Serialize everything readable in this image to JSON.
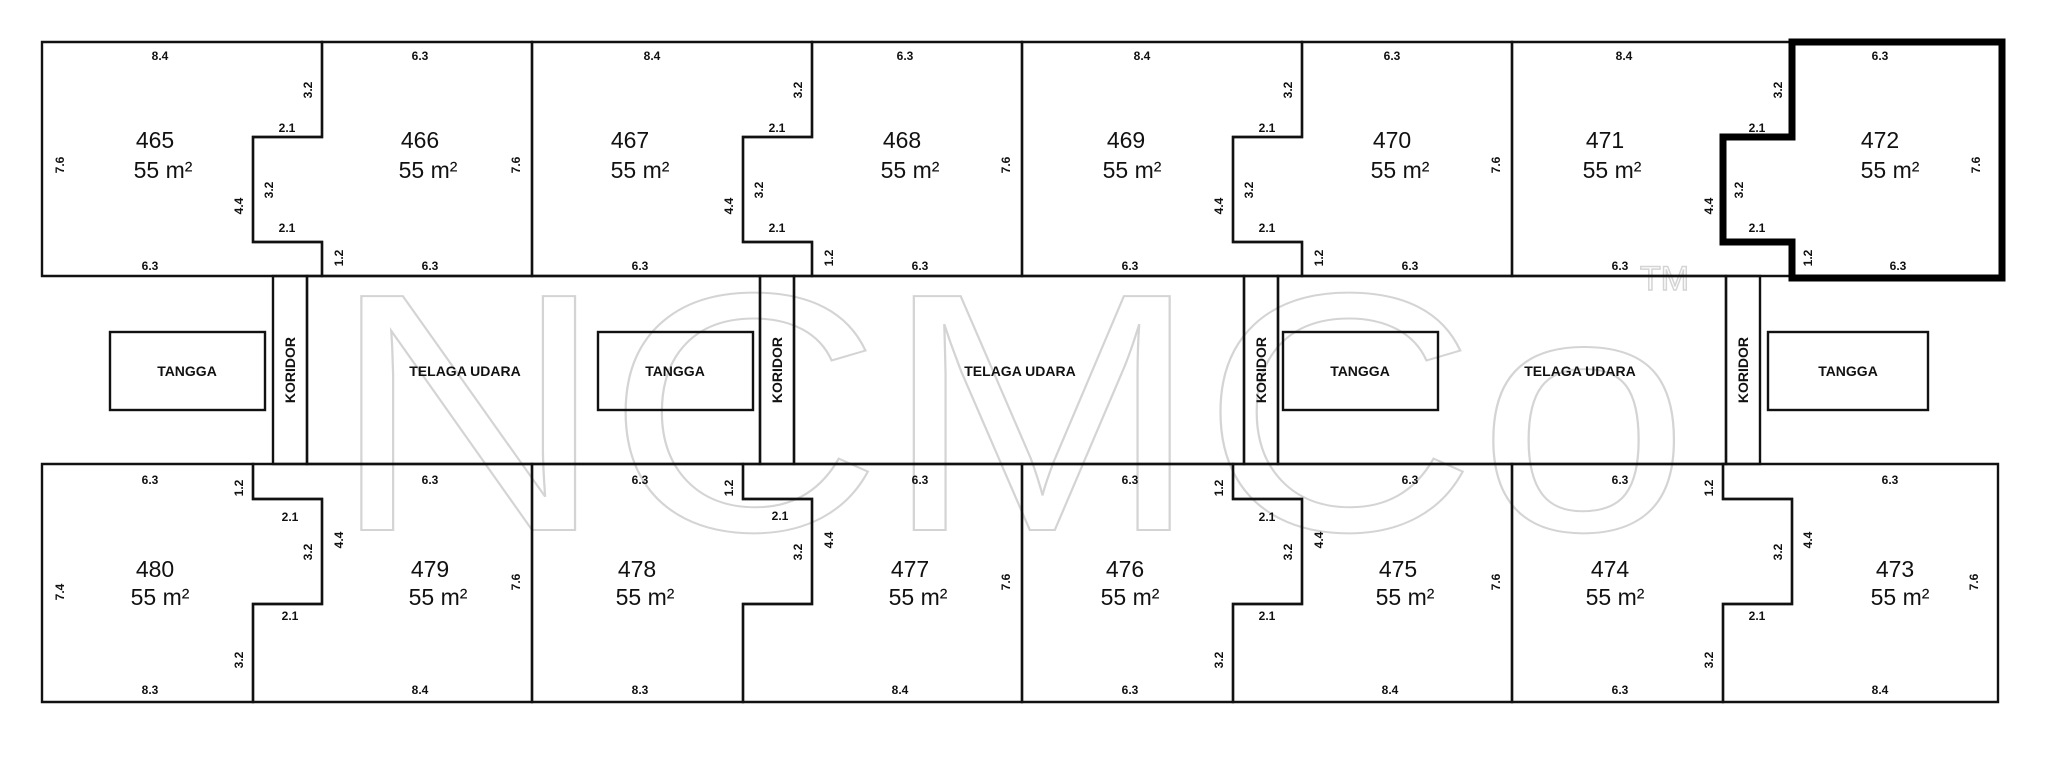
{
  "colors": {
    "line": "#111111",
    "highlight": "#000000",
    "watermark": "#d4d4d4",
    "background": "#ffffff"
  },
  "watermark": {
    "text": "NCMCo",
    "tm": "TM"
  },
  "common_labels": {
    "terrace": "TANGGA",
    "corridor": "KORIDOR",
    "veranda": "TELAGA UDARA"
  },
  "units": [
    {
      "id": "465",
      "area": "55 m²",
      "dims": [
        "8.4",
        "7.6",
        "3.2",
        "2.1",
        "4.4",
        "6.3"
      ]
    },
    {
      "id": "466",
      "area": "55 m²",
      "dims": [
        "6.3",
        "7.6",
        "3.2",
        "2.1",
        "6.3",
        "1.2"
      ]
    },
    {
      "id": "467",
      "area": "55 m²",
      "dims": [
        "8.4",
        "3.2",
        "2.1",
        "4.4",
        "6.3"
      ]
    },
    {
      "id": "468",
      "area": "55 m²",
      "dims": [
        "6.3",
        "7.6",
        "3.2",
        "2.1",
        "1.2",
        "6.3"
      ]
    },
    {
      "id": "469",
      "area": "55 m²",
      "dims": [
        "8.4",
        "3.2",
        "2.1",
        "4.4",
        "6.3"
      ]
    },
    {
      "id": "470",
      "area": "55 m²",
      "dims": [
        "6.3",
        "7.6",
        "3.2",
        "2.1",
        "1.2",
        "6.3"
      ]
    },
    {
      "id": "471",
      "area": "55 m²",
      "dims": [
        "8.4",
        "3.2",
        "2.1",
        "4.4",
        "6.3"
      ]
    },
    {
      "id": "472",
      "area": "55 m²",
      "dims": [
        "6.3",
        "7.6",
        "3.2",
        "2.1",
        "1.2",
        "6.3"
      ]
    },
    {
      "id": "480",
      "area": "55 m²",
      "dims": [
        "6.3",
        "7.4",
        "1.2",
        "2.1",
        "3.2",
        "8.3"
      ]
    },
    {
      "id": "479",
      "area": "55 m²",
      "dims": [
        "6.3",
        "7.6",
        "4.4",
        "3.2",
        "2.1",
        "8.4"
      ]
    },
    {
      "id": "478",
      "area": "55 m²",
      "dims": [
        "6.3",
        "1.2",
        "8.3"
      ]
    },
    {
      "id": "477",
      "area": "55 m²",
      "dims": [
        "6.3",
        "7.6",
        "4.4",
        "2.1",
        "3.2",
        "8.4"
      ]
    },
    {
      "id": "476",
      "area": "55 m²",
      "dims": [
        "6.3",
        "1.2",
        "2.1",
        "3.2",
        "6.3"
      ]
    },
    {
      "id": "475",
      "area": "55 m²",
      "dims": [
        "6.3",
        "4.4",
        "2.1",
        "3.2",
        "8.4"
      ]
    },
    {
      "id": "474",
      "area": "55 m²",
      "dims": [
        "6.3",
        "7.6",
        "1.2",
        "3.2",
        "6.3"
      ]
    },
    {
      "id": "473",
      "area": "55 m²",
      "dims": [
        "6.3",
        "7.6",
        "4.4",
        "2.1",
        "3.2",
        "8.4"
      ]
    }
  ]
}
